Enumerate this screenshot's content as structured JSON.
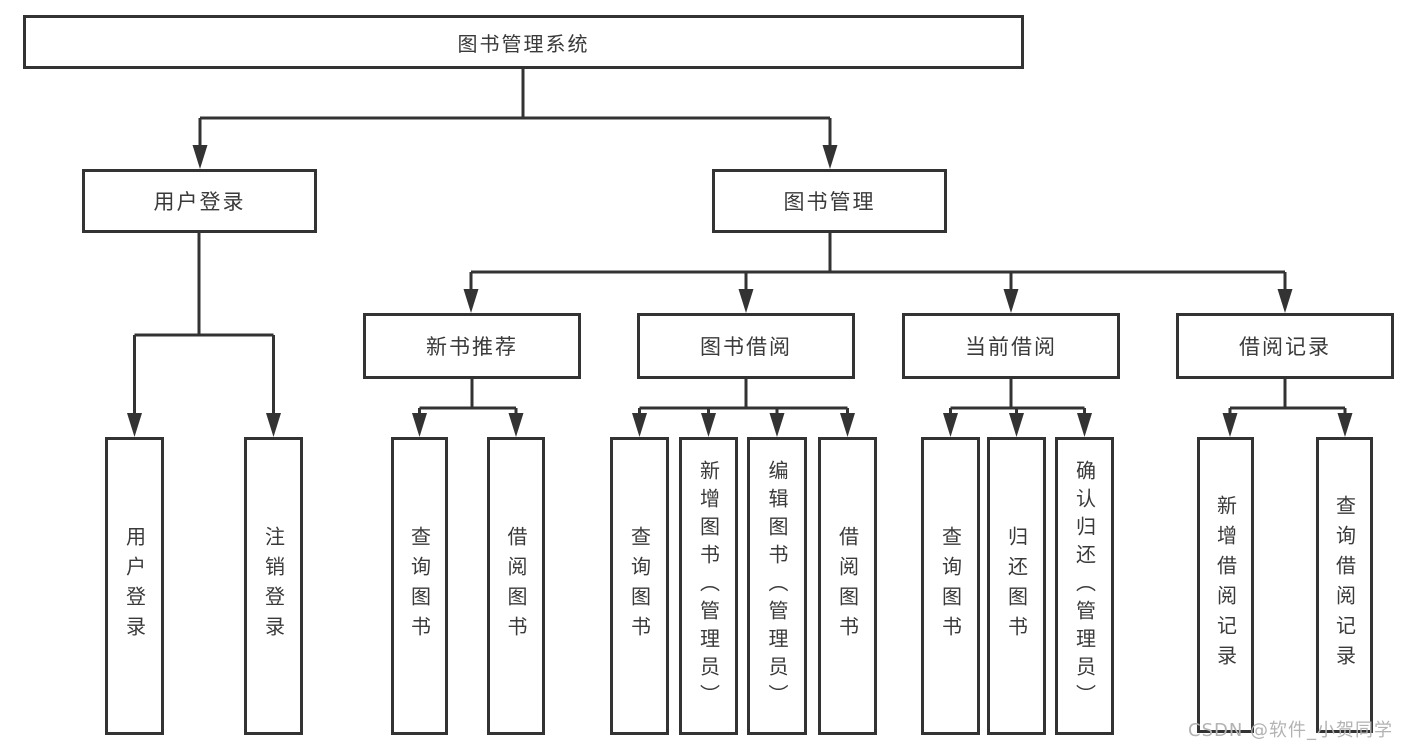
{
  "diagram": {
    "root": "图书管理系统",
    "branches": [
      {
        "label": "用户登录",
        "children": [
          "用户登录",
          "注销登录"
        ]
      },
      {
        "label": "图书管理",
        "children": [
          {
            "label": "新书推荐",
            "children": [
              "查询图书",
              "借阅图书"
            ]
          },
          {
            "label": "图书借阅",
            "children": [
              "查询图书",
              "新增图书（管理员）",
              "编辑图书（管理员）",
              "借阅图书"
            ]
          },
          {
            "label": "当前借阅",
            "children": [
              "查询图书",
              "归还图书",
              "确认归还（管理员）"
            ]
          },
          {
            "label": "借阅记录",
            "children": [
              "新增借阅记录",
              "查询借阅记录"
            ]
          }
        ]
      }
    ]
  },
  "watermark": "CSDN @软件_小贺同学",
  "colors": {
    "line": "#333333",
    "box_border": "#333333",
    "box_background": "#ffffff",
    "text": "#3a3a3a",
    "watermark": "#b3b3b3",
    "page_background": "#ffffff"
  }
}
